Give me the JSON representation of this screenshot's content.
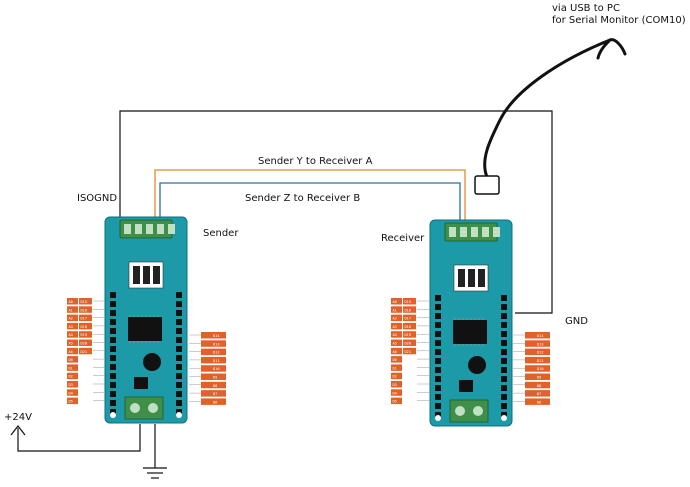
{
  "labels": {
    "usb_line1": "via USB to PC",
    "usb_line2": "for Serial Monitor (COM10)",
    "wire_y": "Sender Y to Receiver A",
    "wire_z": "Sender Z to Receiver B",
    "isognd": "ISOGND",
    "sender": "Sender",
    "receiver": "Receiver",
    "gnd": "GND",
    "supply": "+24V"
  },
  "pins": {
    "left": [
      "A0",
      "A1",
      "A2",
      "A3",
      "A4",
      "A5",
      "A6",
      "D0",
      "D1",
      "D2",
      "D3",
      "D4",
      "D5"
    ],
    "left_id": [
      "D15",
      "D16",
      "D17",
      "D18",
      "D19",
      "D20",
      "D21",
      "",
      "",
      "",
      "",
      "",
      ""
    ],
    "right": [
      "D14",
      "D13",
      "D12",
      "D11",
      "D10",
      "D9",
      "D8",
      "D7",
      "D6"
    ]
  },
  "colors": {
    "board": "#1d9aa8",
    "board_dark": "#0f6f7a",
    "pin_label": "#e0622a",
    "wire_orange": "#e08a2b",
    "wire_blue": "#2b6fa0",
    "terminal_green": "#3f8f4a",
    "ink": "#111111"
  }
}
